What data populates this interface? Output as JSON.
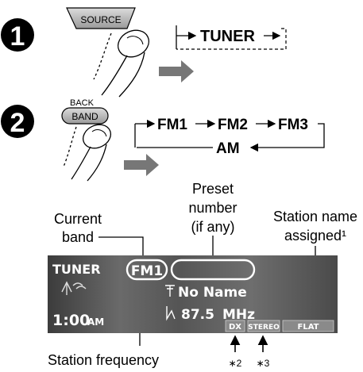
{
  "steps": [
    {
      "number": "1",
      "button_label": "SOURCE",
      "result": "TUNER"
    },
    {
      "number": "2",
      "button_top_label": "BACK",
      "button_label": "BAND",
      "cycle": [
        "FM1",
        "FM2",
        "FM3",
        "AM"
      ]
    }
  ],
  "callouts": {
    "preset": [
      "Preset",
      "number",
      "(if any)"
    ],
    "current_band": [
      "Current",
      "band"
    ],
    "station_name": [
      "Station name",
      "assigned¹"
    ],
    "station_freq": "Station frequency",
    "note2": "∗2",
    "note3": "∗3"
  },
  "display": {
    "source": "TUNER",
    "band": "FM1",
    "name": "No Name",
    "frequency": "87.5",
    "unit": "MHz",
    "clock": "1:00",
    "clock_suffix": "AM",
    "dx": "DX",
    "stereo": "STEREO",
    "sound": "FLAT"
  },
  "colors": {
    "display_bg": "#4a4a4a",
    "arrow_gray": "#7a7a7a",
    "text": "#000000"
  }
}
